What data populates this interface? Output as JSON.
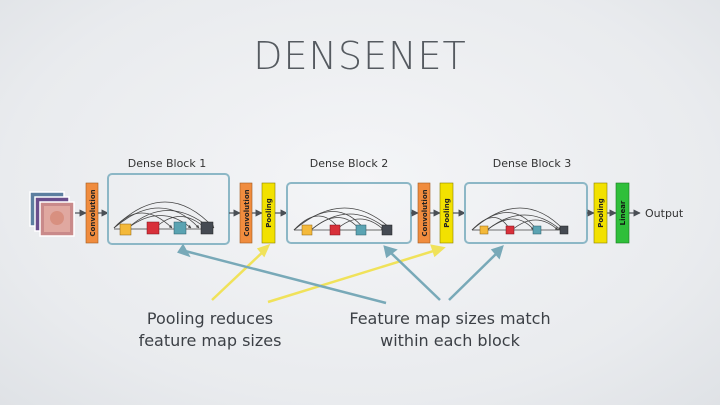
{
  "title": "DENSENET",
  "blocks": [
    {
      "label": "Dense Block 1"
    },
    {
      "label": "Dense Block 2"
    },
    {
      "label": "Dense Block 3"
    }
  ],
  "layers": {
    "convolution": "Convolution",
    "pooling": "Pooling",
    "linear": "Linear"
  },
  "output_label": "Output",
  "captions": {
    "pooling_line1": "Pooling reduces",
    "pooling_line2": "feature map sizes",
    "feature_line1": "Feature map sizes match",
    "feature_line2": "within each block"
  },
  "colors": {
    "convolution": "#f08c3e",
    "pooling": "#f2e100",
    "linear": "#2fbf3a",
    "block_border": "#8cb7c6",
    "arrow_pooling": "#f0e25a",
    "arrow_feature": "#78a9b8",
    "node_yellow": "#f4b93a",
    "node_red": "#d8303a",
    "node_teal": "#5aa3b2",
    "node_dark": "#454a52"
  },
  "icons": {
    "input": "input-image-stack-icon"
  }
}
